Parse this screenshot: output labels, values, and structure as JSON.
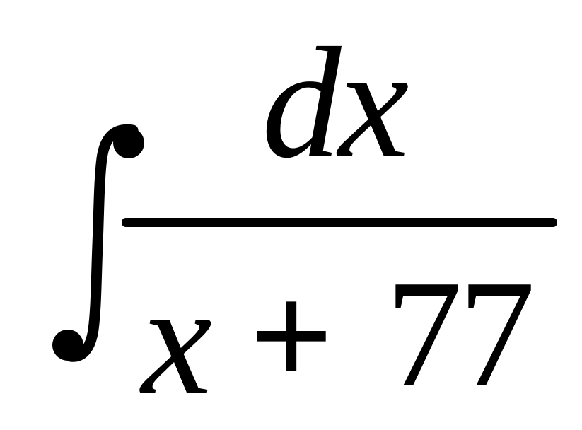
{
  "formula": {
    "integral_symbol": "∫",
    "numerator": "dx",
    "denominator": {
      "variable": "x",
      "operator": "+",
      "constant": "77"
    }
  }
}
